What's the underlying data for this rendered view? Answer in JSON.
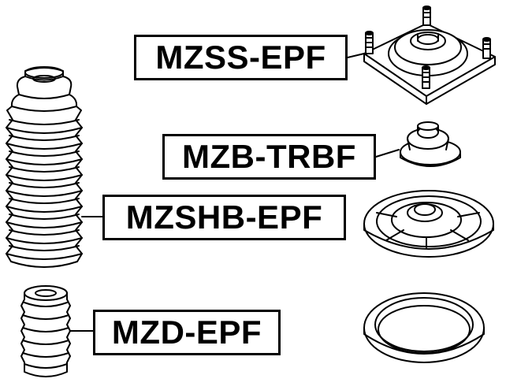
{
  "labels": {
    "mzss": "MZSS-EPF",
    "mzb": "MZB-TRBF",
    "mzshb": "MZSHB-EPF",
    "mzd": "MZD-EPF"
  },
  "colors": {
    "line": "#000000",
    "background": "#ffffff"
  }
}
